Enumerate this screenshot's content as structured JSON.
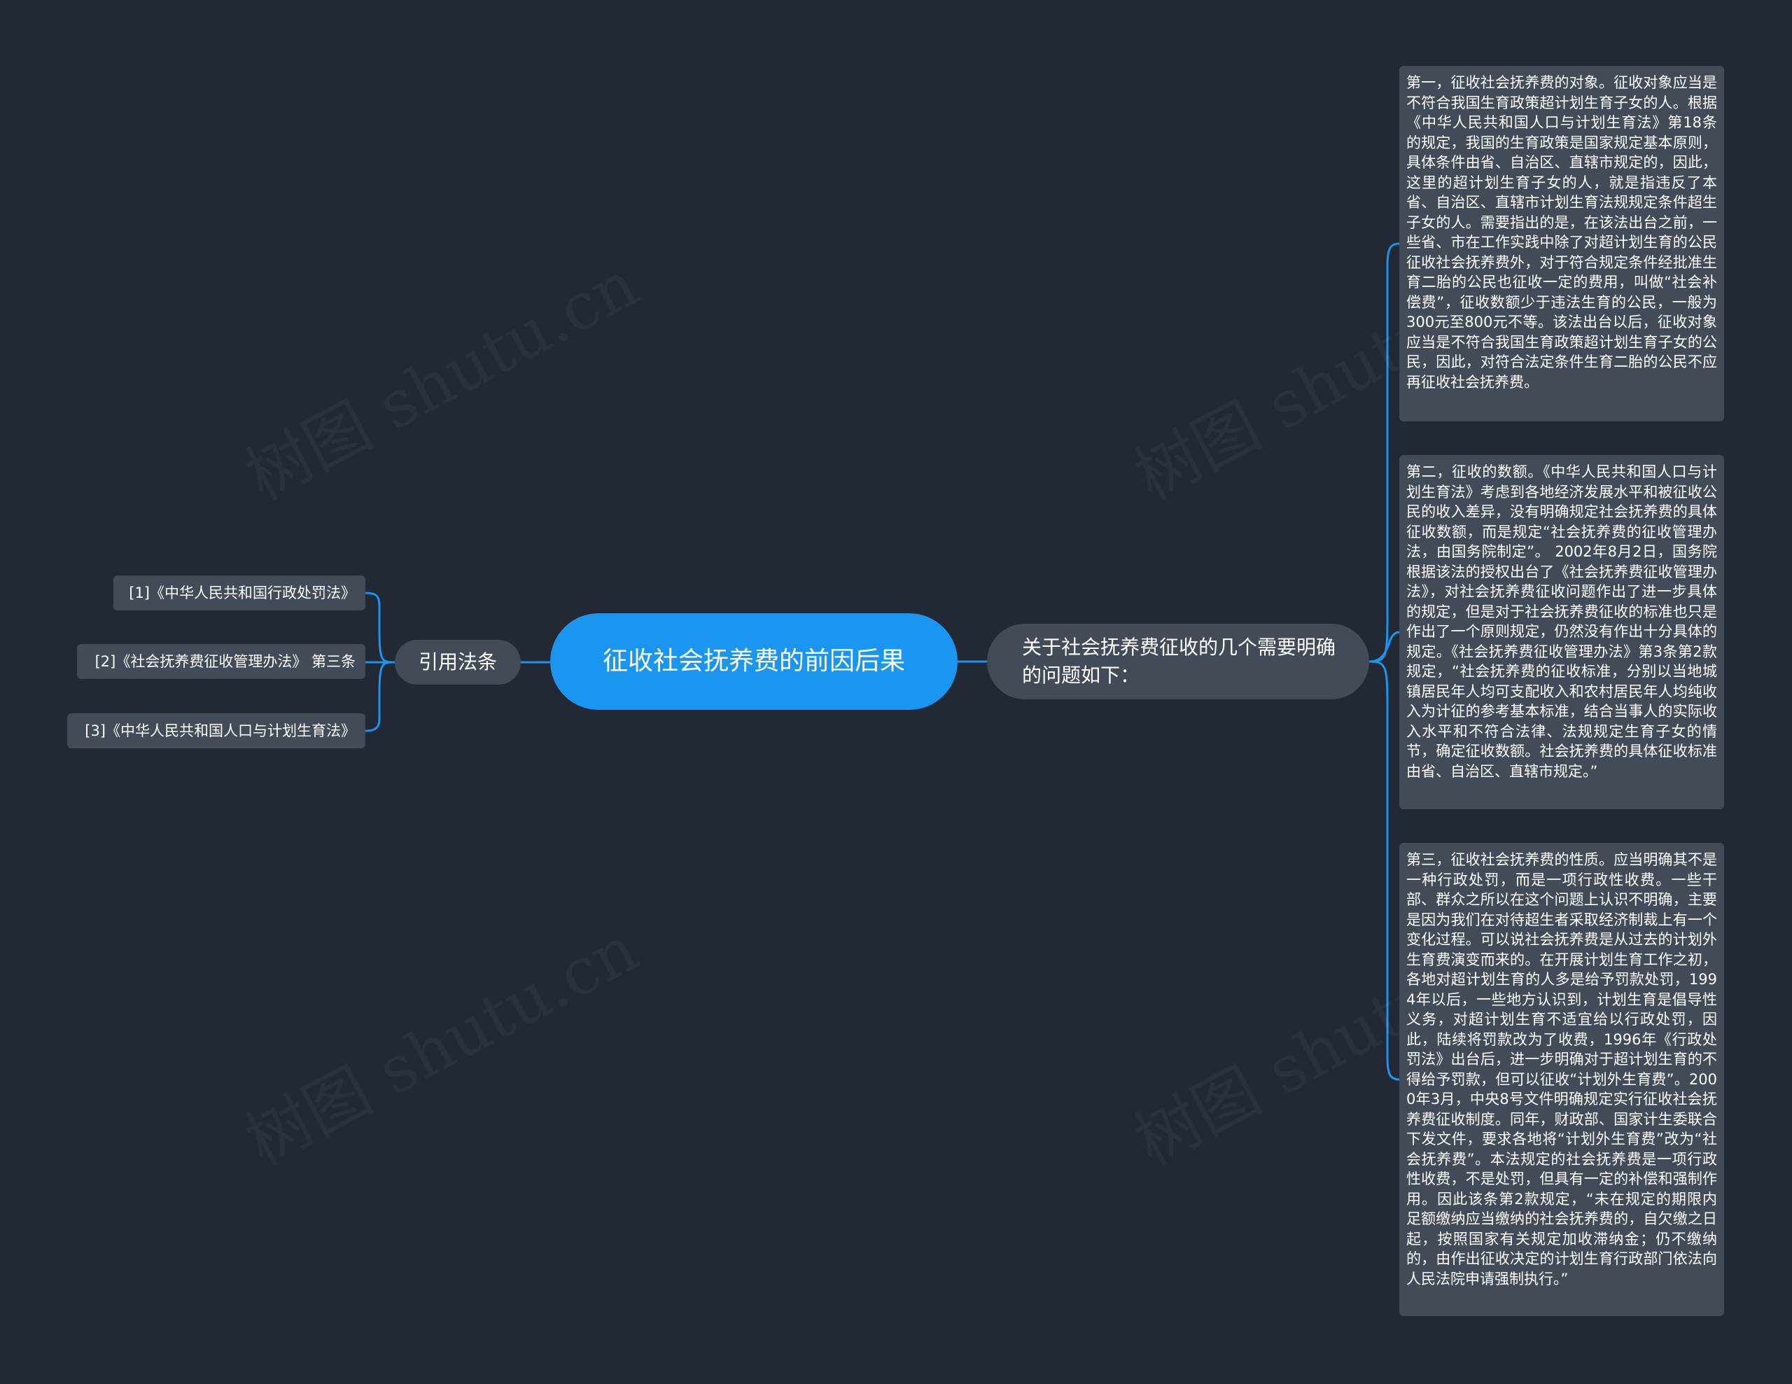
{
  "root": {
    "label": "征收社会抚养费的前因后果"
  },
  "left_branch": {
    "label": "引用法条",
    "children": [
      "[1]《中华人民共和国行政处罚法》",
      "[2]《社会抚养费征收管理办法》 第三条",
      "[3]《中华人民共和国人口与计划生育法》"
    ]
  },
  "right_branch": {
    "label": "关于社会抚养费征收的几个需要明确的问题如下：",
    "children": [
      "第一，征收社会抚养费的对象。征收对象应当是不符合我国生育政策超计划生育子女的人。根据《中华人民共和国人口与计划生育法》第18条的规定，我国的生育政策是国家规定基本原则，具体条件由省、自治区、直辖市规定的，因此，这里的超计划生育子女的人，就是指违反了本省、自治区、直辖市计划生育法规规定条件超生子女的人。需要指出的是，在该法出台之前，一些省、市在工作实践中除了对超计划生育的公民征收社会抚养费外，对于符合规定条件经批准生育二胎的公民也征收一定的费用，叫做“社会补偿费”，征收数额少于违法生育的公民，一般为300元至800元不等。该法出台以后，征收对象应当是不符合我国生育政策超计划生育子女的公民，因此，对符合法定条件生育二胎的公民不应再征收社会抚养费。",
      "第二，征收的数额。《中华人民共和国人口与计划生育法》考虑到各地经济发展水平和被征收公民的收入差异，没有明确规定社会抚养费的具体征收数额，而是规定“社会抚养费的征收管理办法，由国务院制定”。 2002年8月2日，国务院根据该法的授权出台了《社会抚养费征收管理办法》，对社会抚养费征收问题作出了进一步具体的规定，但是对于社会抚养费征收的标准也只是作出了一个原则规定，仍然没有作出十分具体的规定。《社会抚养费征收管理办法》第3条第2款规定，“社会抚养费的征收标准，分别以当地城镇居民年人均可支配收入和农村居民年人均纯收入为计征的参考基本标准，结合当事人的实际收入水平和不符合法律、法规规定生育子女的情节，确定征收数额。社会抚养费的具体征收标准由省、自治区、直辖市规定。”",
      "第三，征收社会抚养费的性质。应当明确其不是一种行政处罚，而是一项行政性收费。一些干部、群众之所以在这个问题上认识不明确，主要是因为我们在对待超生者采取经济制裁上有一个变化过程。可以说社会抚养费是从过去的计划外生育费演变而来的。在开展计划生育工作之初，各地对超计划生育的人多是给予罚款处罚，1994年以后，一些地方认识到，计划生育是倡导性义务，对超计划生育不适宜给以行政处罚，因此，陆续将罚款改为了收费，1996年《行政处罚法》出台后，进一步明确对于超计划生育的不得给予罚款，但可以征收“计划外生育费”。2000年3月，中央8号文件明确规定实行征收社会抚养费征收制度。同年，财政部、国家计生委联合下发文件，要求各地将“计划外生育费”改为“社会抚养费”。本法规定的社会抚养费是一项行政性收费，不是处罚，但具有一定的补偿和强制作用。因此该条第2款规定，“未在规定的期限内足额缴纳应当缴纳的社会抚养费的，自欠缴之日起，按照国家有关规定加收滞纳金；仍不缴纳的，由作出征收决定的计划生育行政部门依法向人民法院申请强制执行。”"
    ]
  },
  "watermark": "树图 shutu.cn",
  "colors": {
    "background": "#222834",
    "root_fill": "#1a96f0",
    "node_fill": "#434a58",
    "link": "#1a96f0",
    "text": "#ffffff"
  }
}
